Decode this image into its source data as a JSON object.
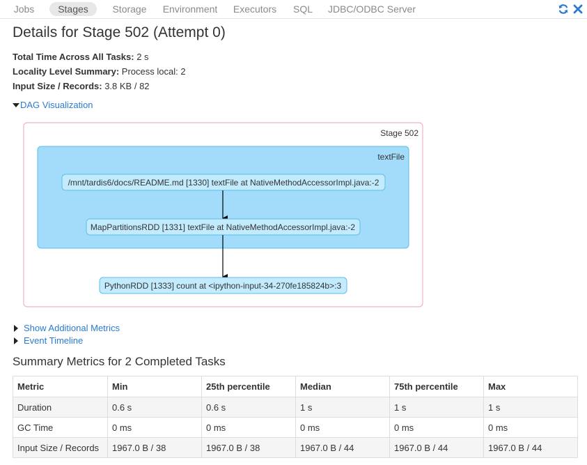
{
  "nav": {
    "tabs": [
      "Jobs",
      "Stages",
      "Storage",
      "Environment",
      "Executors",
      "SQL",
      "JDBC/ODBC Server"
    ],
    "active_index": 1,
    "icons": [
      "refresh-icon",
      "close-icon"
    ],
    "accent_color": "#2a7ad2"
  },
  "page": {
    "title": "Details for Stage 502 (Attempt 0)"
  },
  "summary": {
    "total_time_label": "Total Time Across All Tasks:",
    "total_time_value": "2 s",
    "locality_label": "Locality Level Summary:",
    "locality_value": "Process local: 2",
    "input_label": "Input Size / Records:",
    "input_value": "3.8 KB / 82"
  },
  "links": {
    "dag": "DAG Visualization",
    "additional_metrics": "Show Additional Metrics",
    "event_timeline": "Event Timeline"
  },
  "dag": {
    "stage_label": "Stage 502",
    "cluster_label": "textFile",
    "nodes": [
      "/mnt/tardis6/docs/README.md [1330] textFile at NativeMethodAccessorImpl.java:-2",
      "MapPartitionsRDD [1331] textFile at NativeMethodAccessorImpl.java:-2",
      "PythonRDD [1333] count at <ipython-input-34-270fe185824b>:3"
    ],
    "colors": {
      "stage_border": "#f0b4c4",
      "cluster_fill": "#a3dcfa",
      "cluster_border": "#5fbde8",
      "node_fill": "#c2ebfd",
      "node_border": "#5fbde8"
    }
  },
  "metrics": {
    "title": "Summary Metrics for 2 Completed Tasks",
    "headers": [
      "Metric",
      "Min",
      "25th percentile",
      "Median",
      "75th percentile",
      "Max"
    ],
    "rows": [
      [
        "Duration",
        "0.6 s",
        "0.6 s",
        "1 s",
        "1 s",
        "1 s"
      ],
      [
        "GC Time",
        "0 ms",
        "0 ms",
        "0 ms",
        "0 ms",
        "0 ms"
      ],
      [
        "Input Size / Records",
        "1967.0 B / 38",
        "1967.0 B / 38",
        "1967.0 B / 44",
        "1967.0 B / 44",
        "1967.0 B / 44"
      ]
    ]
  }
}
